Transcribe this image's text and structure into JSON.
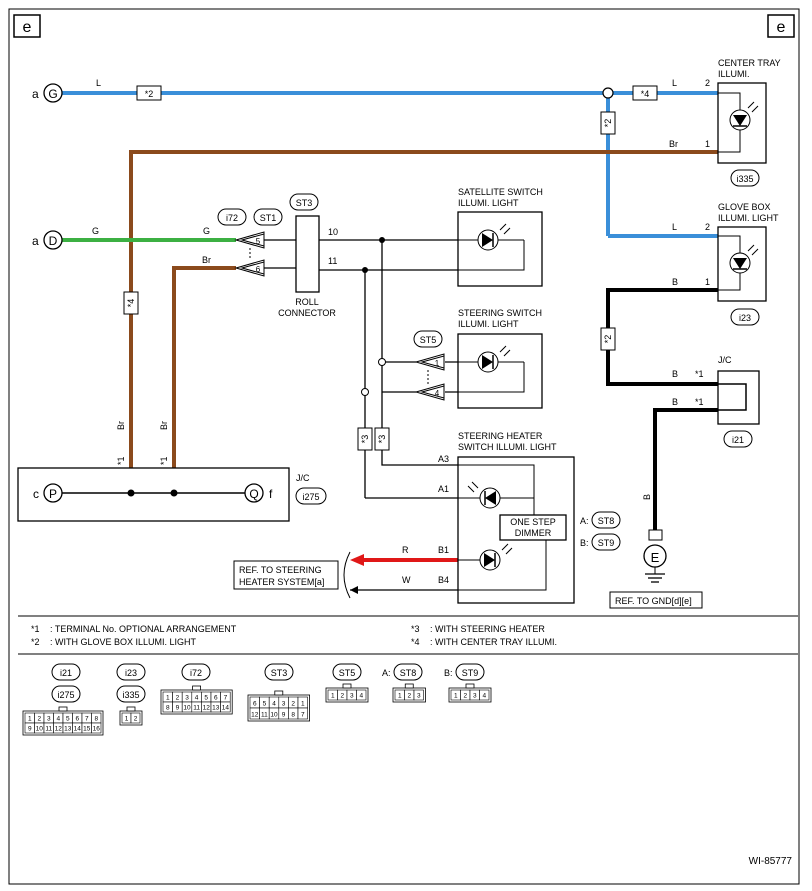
{
  "page": {
    "code": "e",
    "figure_id": "WI-85777"
  },
  "colors": {
    "L": "#3a8fd9",
    "Br": "#8b4a1c",
    "G": "#3cb043",
    "R": "#e01818",
    "B": "#000000"
  },
  "terminals": {
    "a": "a",
    "G": "G",
    "D": "D",
    "c": "c",
    "P": "P",
    "Q": "Q",
    "f": "f",
    "E": "E"
  },
  "wire_labels": {
    "L": "L",
    "Br": "Br",
    "G": "G",
    "B": "B",
    "R": "R",
    "W": "W"
  },
  "notes": {
    "n1": "*1",
    "n2": "*2",
    "n3": "*3",
    "n4": "*4"
  },
  "pins": {
    "p1": "1",
    "p2": "2",
    "p4": "4",
    "p5": "5",
    "p6": "6",
    "p10": "10",
    "p11": "11",
    "A1": "A1",
    "A3": "A3",
    "B1": "B1",
    "B4": "B4"
  },
  "components": {
    "center_tray": {
      "title1": "CENTER TRAY",
      "title2": "ILLUMI.",
      "conn": "i335"
    },
    "glove_box": {
      "title1": "GLOVE BOX",
      "title2": "ILLUMI. LIGHT",
      "conn": "i23"
    },
    "satellite": {
      "title1": "SATELLITE SWITCH",
      "title2": "ILLUMI. LIGHT"
    },
    "steering_switch": {
      "title1": "STEERING SWITCH",
      "title2": "ILLUMI. LIGHT",
      "conn": "ST5"
    },
    "steering_heater": {
      "title1": "STEERING HEATER",
      "title2": "SWITCH ILLUMI. LIGHT"
    },
    "dimmer": {
      "line1": "ONE STEP",
      "line2": "DIMMER"
    },
    "roll_connector": {
      "conn": "ST3",
      "line1": "ROLL",
      "line2": "CONNECTOR"
    },
    "connector_i72": {
      "conn": "i72",
      "alt": "ST1"
    },
    "jc_right": {
      "title": "J/C",
      "conn": "i21"
    },
    "jc_left": {
      "title": "J/C",
      "conn": "i275"
    },
    "st8": {
      "prefix": "A:",
      "conn": "ST8"
    },
    "st9": {
      "prefix": "B:",
      "conn": "ST9"
    },
    "ref_heater": {
      "line1": "REF. TO STEERING",
      "line2": "HEATER SYSTEM[a]"
    },
    "ref_gnd": {
      "text": "REF. TO GND[d][e]"
    }
  },
  "legend": [
    {
      "mark": "*1",
      "text": ": TERMINAL No. OPTIONAL ARRANGEMENT"
    },
    {
      "mark": "*2",
      "text": ": WITH GLOVE BOX ILLUMI. LIGHT"
    },
    {
      "mark": "*3",
      "text": ": WITH STEERING HEATER"
    },
    {
      "mark": "*4",
      "text": ": WITH CENTER TRAY ILLUMI."
    }
  ],
  "connector_views": {
    "c1": {
      "names": [
        "i21",
        "i275"
      ],
      "rows": [
        [
          "1",
          "2",
          "3",
          "4",
          "5",
          "6",
          "7",
          "8"
        ],
        [
          "9",
          "10",
          "11",
          "12",
          "13",
          "14",
          "15",
          "16"
        ]
      ]
    },
    "c2": {
      "names": [
        "i23",
        "i335"
      ],
      "rows": [
        [
          "1",
          "2"
        ]
      ]
    },
    "c3": {
      "names": [
        "i72"
      ],
      "rows": [
        [
          "1",
          "2",
          "3",
          "4",
          "5",
          "6",
          "7"
        ],
        [
          "8",
          "9",
          "10",
          "11",
          "12",
          "13",
          "14"
        ]
      ]
    },
    "c4": {
      "names": [
        "ST3"
      ],
      "rows": [
        [
          "6",
          "5",
          "4",
          "3",
          "2",
          "1"
        ],
        [
          "12",
          "11",
          "10",
          "9",
          "8",
          "7"
        ]
      ]
    },
    "c5": {
      "names": [
        "ST5"
      ],
      "rows": [
        [
          "1",
          "2",
          "3",
          "4"
        ]
      ]
    },
    "c6": {
      "prefix": "A:",
      "names": [
        "ST8"
      ],
      "rows": [
        [
          "1",
          "2",
          "3"
        ]
      ]
    },
    "c7": {
      "prefix": "B:",
      "names": [
        "ST9"
      ],
      "rows": [
        [
          "1",
          "2",
          "3",
          "4"
        ]
      ]
    }
  }
}
